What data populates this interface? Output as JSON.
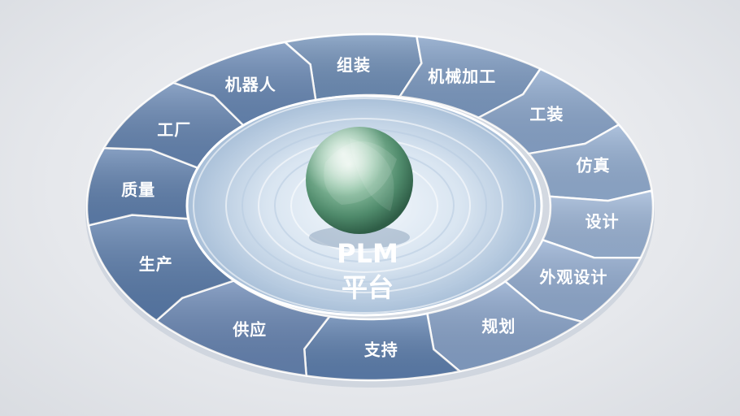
{
  "diagram": {
    "center": {
      "title_line1": "PLM",
      "title_line2": "平台"
    },
    "segments": [
      {
        "label": "组装",
        "color": "#6f8fb8"
      },
      {
        "label": "机械加工",
        "color": "#7d9bc3"
      },
      {
        "label": "工装",
        "color": "#8aa6cc"
      },
      {
        "label": "仿真",
        "color": "#93aed2"
      },
      {
        "label": "设计",
        "color": "#9bb4d6"
      },
      {
        "label": "外观设计",
        "color": "#91abd0"
      },
      {
        "label": "规划",
        "color": "#87a2c9"
      },
      {
        "label": "支持",
        "color": "#5d7fae"
      },
      {
        "label": "供应",
        "color": "#6684b2"
      },
      {
        "label": "生产",
        "color": "#5a7cab"
      },
      {
        "label": "质量",
        "color": "#5f80ae"
      },
      {
        "label": "工厂",
        "color": "#6585b2"
      },
      {
        "label": "机器人",
        "color": "#6888b5"
      }
    ],
    "colors": {
      "inner_disc": "#c9d8ea",
      "sphere": "#7fb597"
    }
  }
}
